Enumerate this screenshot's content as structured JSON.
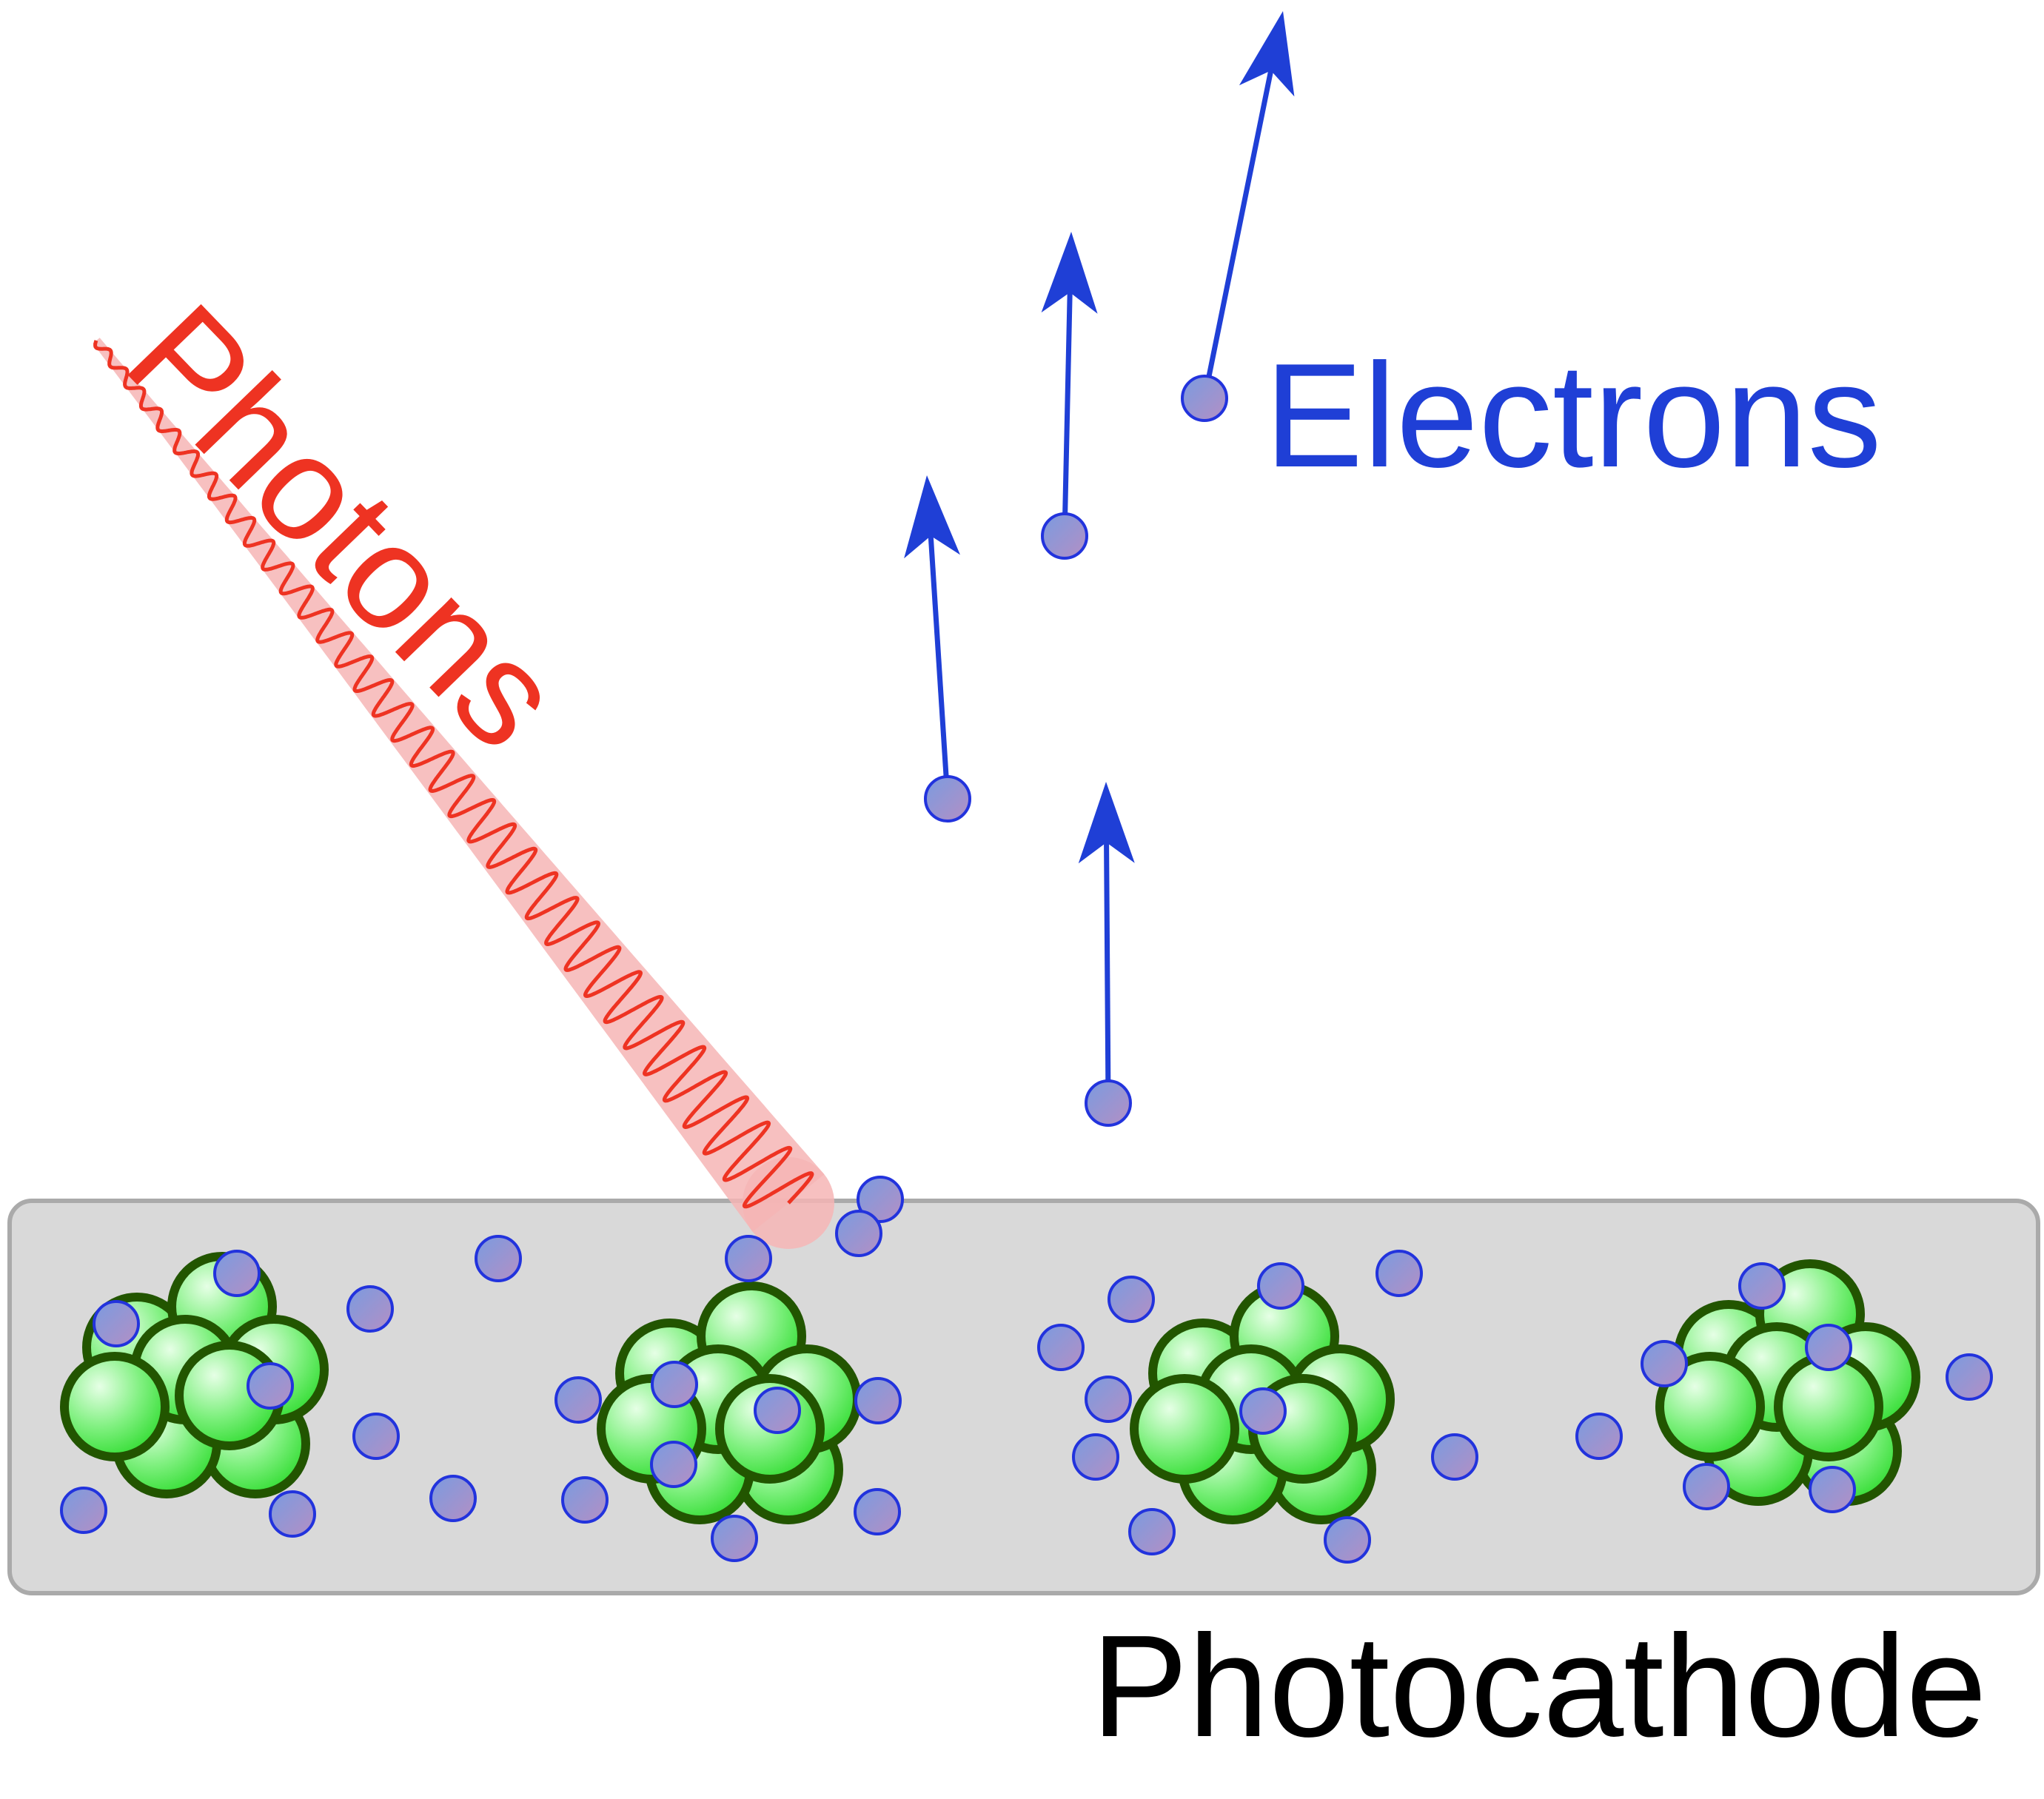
{
  "labels": {
    "photons": "Photons",
    "electrons": "Electrons",
    "photocathode": "Photocathode"
  },
  "colors": {
    "photon": "#ee3322",
    "photon_glow": "#f6b5b5",
    "electron_text": "#1f3fd6",
    "electron_fill": "#8f98d2",
    "electron_stroke": "#2233dd",
    "arrow": "#1f3fd6",
    "text": "#000000",
    "plate_fill": "#d9d9d9",
    "plate_stroke": "#aaaaaa",
    "atom_fill": "#33dd33",
    "atom_stroke": "#225500"
  },
  "icons": {
    "photon": "wavy-line",
    "electron": "circle",
    "atom": "cluster-of-circles"
  }
}
